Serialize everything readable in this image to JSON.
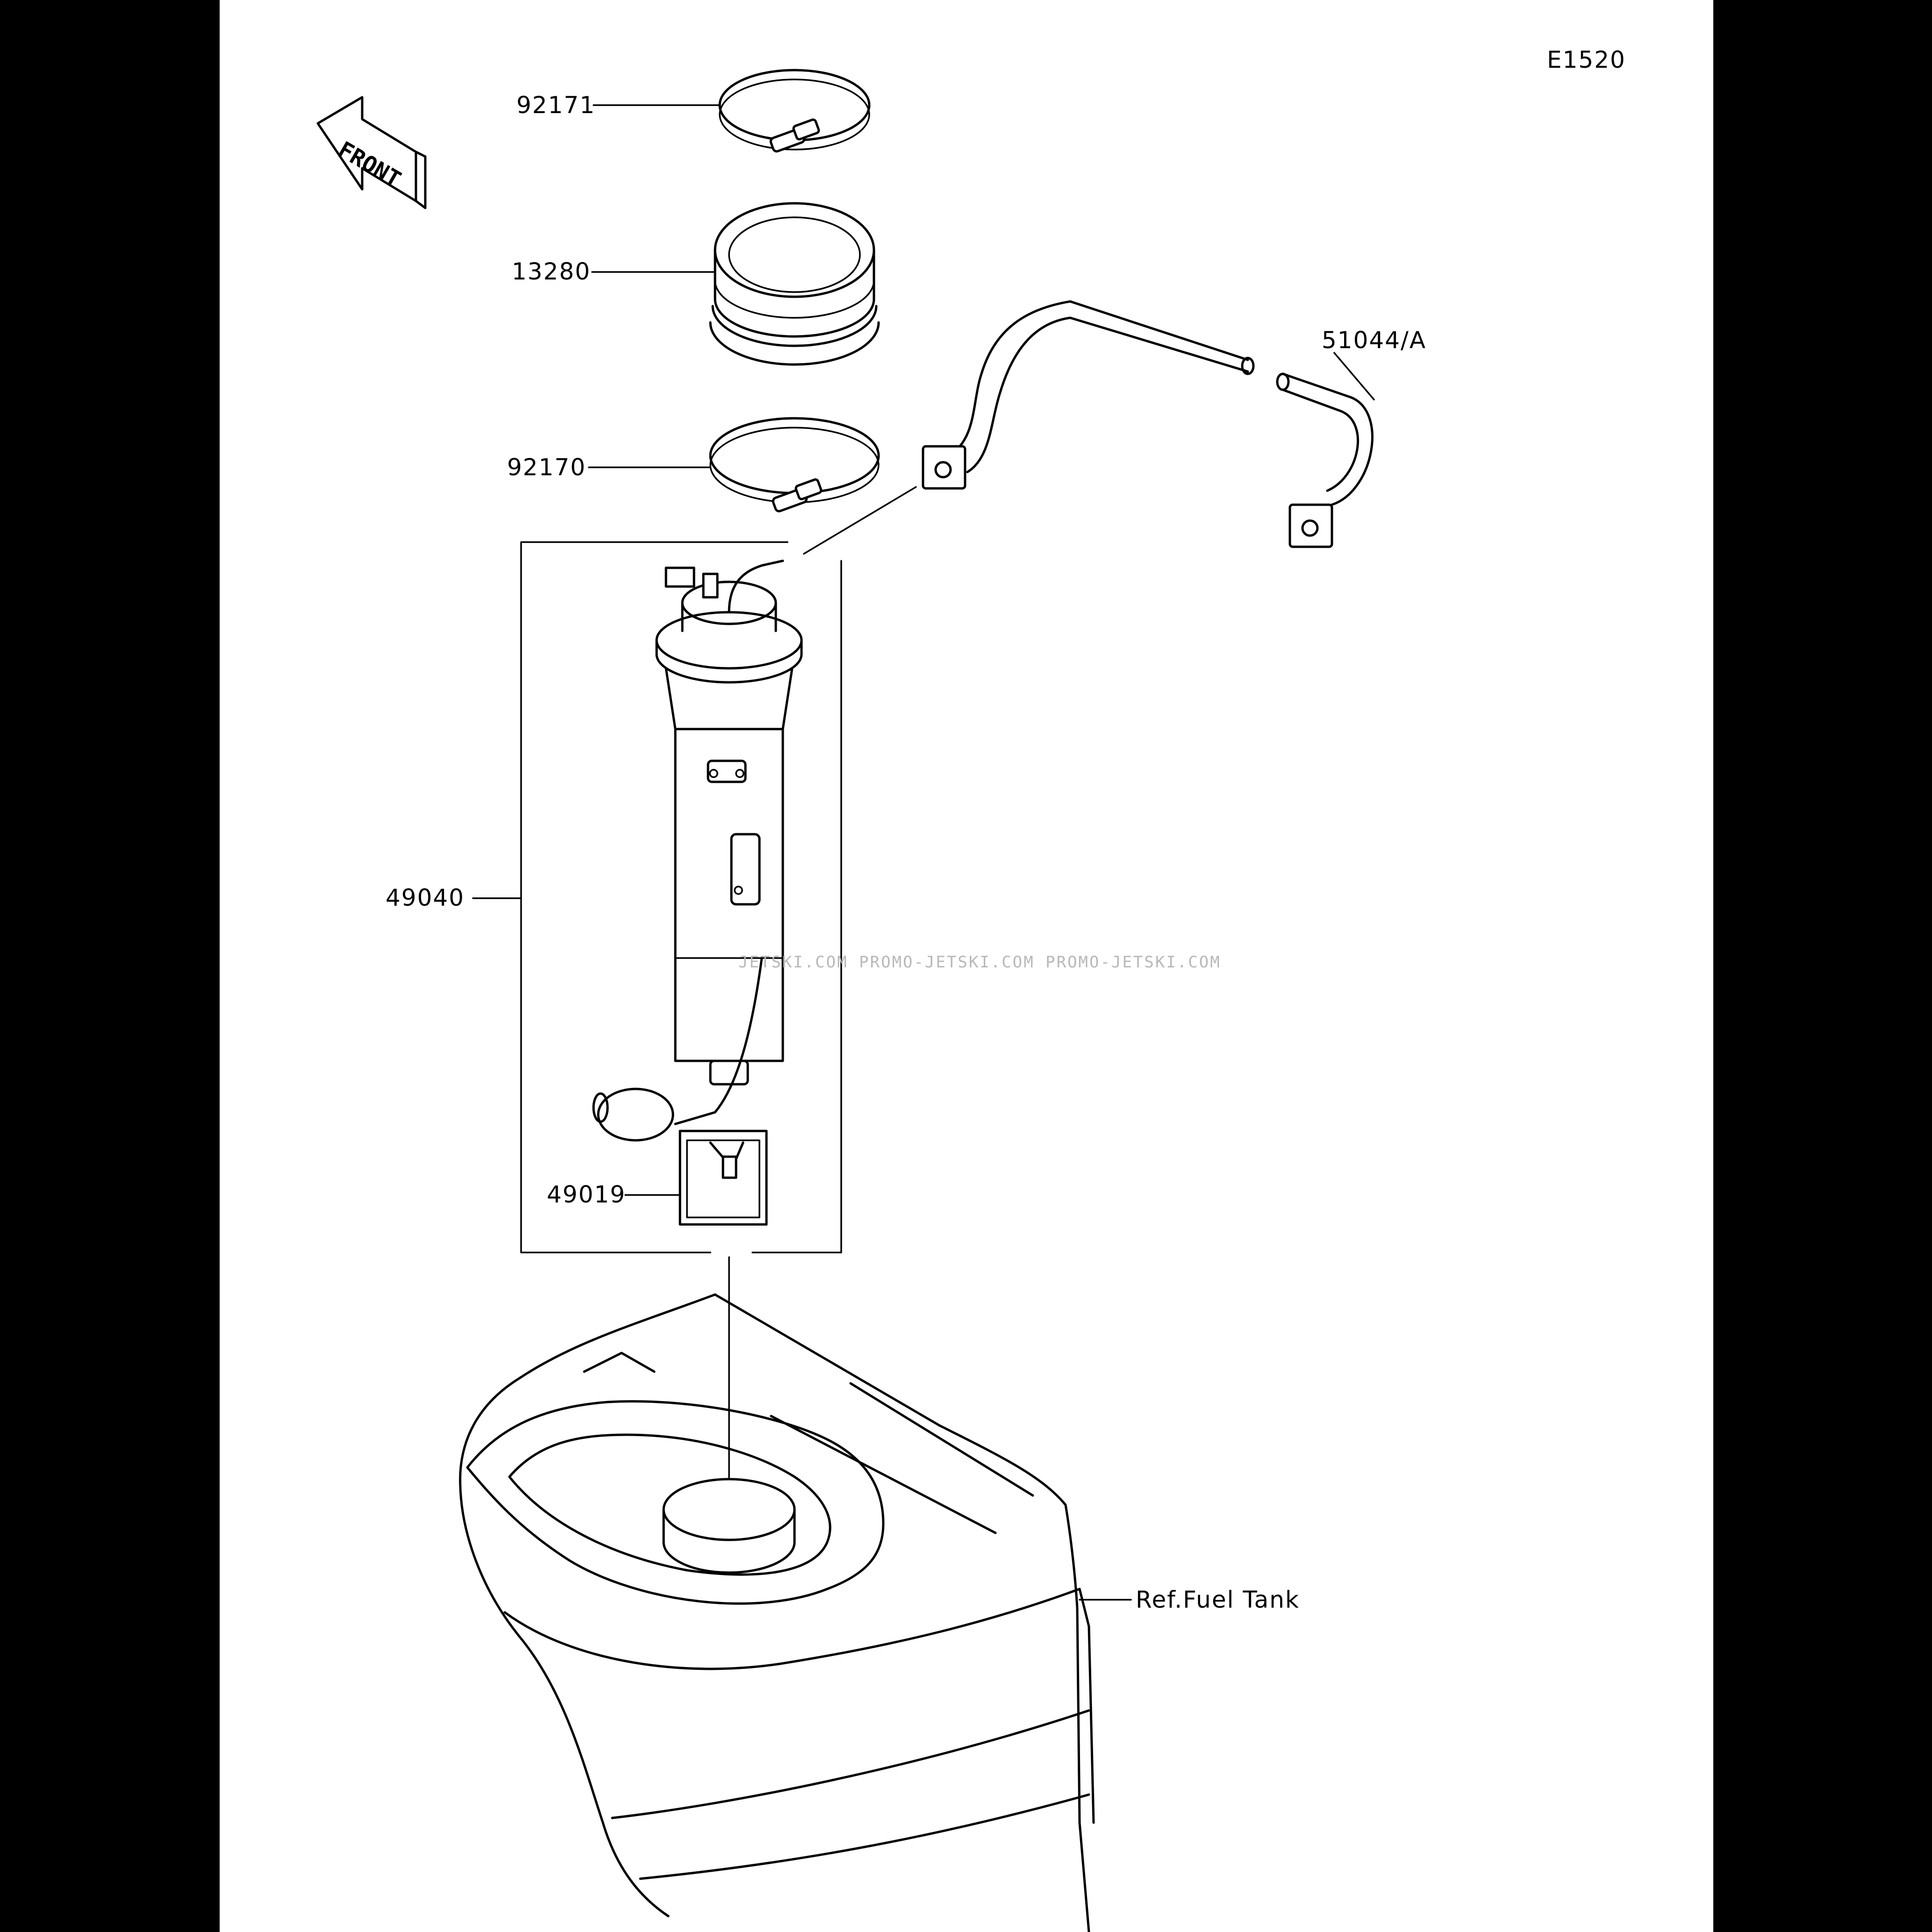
{
  "diagram": {
    "code": "E1520",
    "front_arrow_text": "FRONT",
    "watermark": "JETSKI.COM   PROMO-JETSKI.COM   PROMO-JETSKI.COM",
    "parts": [
      {
        "id": "clamp_top",
        "number": "92171"
      },
      {
        "id": "seal",
        "number": "13280"
      },
      {
        "id": "clamp_bottom",
        "number": "92170"
      },
      {
        "id": "hose",
        "number": "51044/A"
      },
      {
        "id": "fuel_pump",
        "number": "49040"
      },
      {
        "id": "filter",
        "number": "49019"
      },
      {
        "id": "fuel_tank",
        "number": "Ref.Fuel Tank"
      }
    ]
  },
  "colors": {
    "background": "#000000",
    "sheet": "#ffffff",
    "ink": "#000000"
  }
}
